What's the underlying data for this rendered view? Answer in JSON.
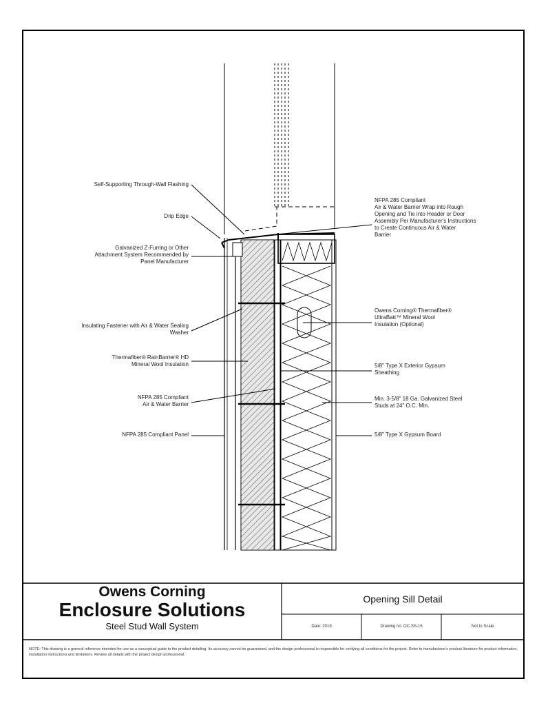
{
  "labels_left": [
    "Self-Supporting Through-Wall Flashing",
    "Drip Edge",
    "Galvanized Z-Furring or Other\nAttachment System Recommended by\nPanel Manufacturer",
    "Insulating Fastener with Air & Water Sealing\nWasher",
    "Thermafiber® RainBarrier® HD\nMineral Wool Insulation",
    "NFPA 285 Compliant\nAir & Water Barrier",
    "NFPA 285 Compliant Panel"
  ],
  "labels_right": [
    "NFPA 285 Compliant\nAir & Water Barrier Wrap into Rough\nOpening and Tie into Header or Door\nAssembly Per Manufacturer's Instructions\nto Create Continuous Air & Water\nBarrier",
    "Owens Corning® Thermafiber®\nUltraBatt™ Mineral Wool\nInsulation (Optional)",
    "5/8\" Type X Exterior Gypsum\nSheathing",
    "Min. 3-5/8\" 18 Ga. Galvanized Steel\nStuds at 24\" O.C. Min.",
    "5/8\" Type X Gypsum Board"
  ],
  "title_block": {
    "company": "Owens Corning",
    "title": "Enclosure Solutions",
    "subtitle": "Steel Stud Wall System",
    "sheet_title": "Opening Sill Detail",
    "date": "Date: 2019",
    "drawing_no": "Drawing no: OC-SS-15",
    "scale": "Not to Scale",
    "note": "NOTE: This drawing is a general reference intended for use as a conceptual guide to the product detailing. Its accuracy cannot be guaranteed, and the design professional is responsible for verifying all conditions for the project. Refer to manufacturer's product literature for product information, installation instructions and limitations. Review all details with the project design professional."
  }
}
